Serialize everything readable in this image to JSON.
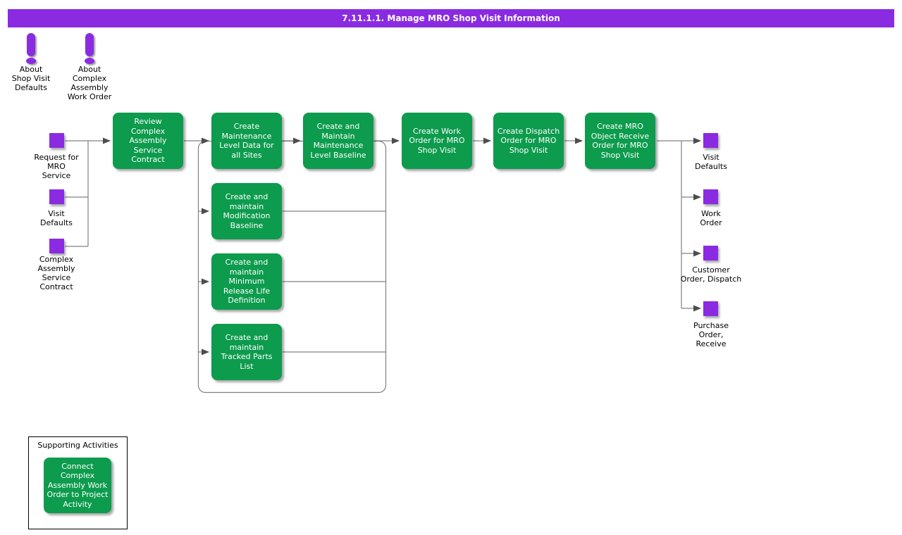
{
  "title_bar": {
    "text": "7.11.1.1. Manage MRO Shop Visit Information"
  },
  "notes": [
    {
      "label": "About\nShop Visit\nDefaults"
    },
    {
      "label": "About\nComplex\nAssembly\nWork Order"
    }
  ],
  "inputs": [
    {
      "label": "Request for\nMRO\nService"
    },
    {
      "label": "Visit\nDefaults"
    },
    {
      "label": "Complex\nAssembly\nService\nContract"
    }
  ],
  "processes": [
    {
      "label": "Review\nComplex\nAssembly\nService\nContract"
    },
    {
      "label": "Create\nMaintenance\nLevel Data for\nall Sites"
    },
    {
      "label": "Create and\nMaintain\nMaintenance\nLevel Baseline"
    },
    {
      "label": "Create Work\nOrder for MRO\nShop Visit"
    },
    {
      "label": "Create Dispatch\nOrder for MRO\nShop Visit"
    },
    {
      "label": "Create MRO\nObject Receive\nOrder for MRO\nShop Visit"
    }
  ],
  "sub_processes": [
    {
      "label": "Create and\nmaintain\nModification\nBaseline"
    },
    {
      "label": "Create and\nmaintain\nMinimum\nRelease Life\nDefinition"
    },
    {
      "label": "Create and\nmaintain\nTracked Parts\nList"
    }
  ],
  "outputs": [
    {
      "label": "Visit\nDefaults"
    },
    {
      "label": "Work\nOrder"
    },
    {
      "label": "Customer\nOrder, Dispatch"
    },
    {
      "label": "Purchase\nOrder,\nReceive"
    }
  ],
  "supporting": {
    "title": "Supporting Activities",
    "activity_label": "Connect\nComplex\nAssembly Work\nOrder to Project\nActivity"
  },
  "colors": {
    "accent_purple": "#8A2BE2",
    "process_green": "#0D9B4D",
    "connector_gray": "#808080",
    "arrowhead_gray": "#4D4D4D"
  }
}
